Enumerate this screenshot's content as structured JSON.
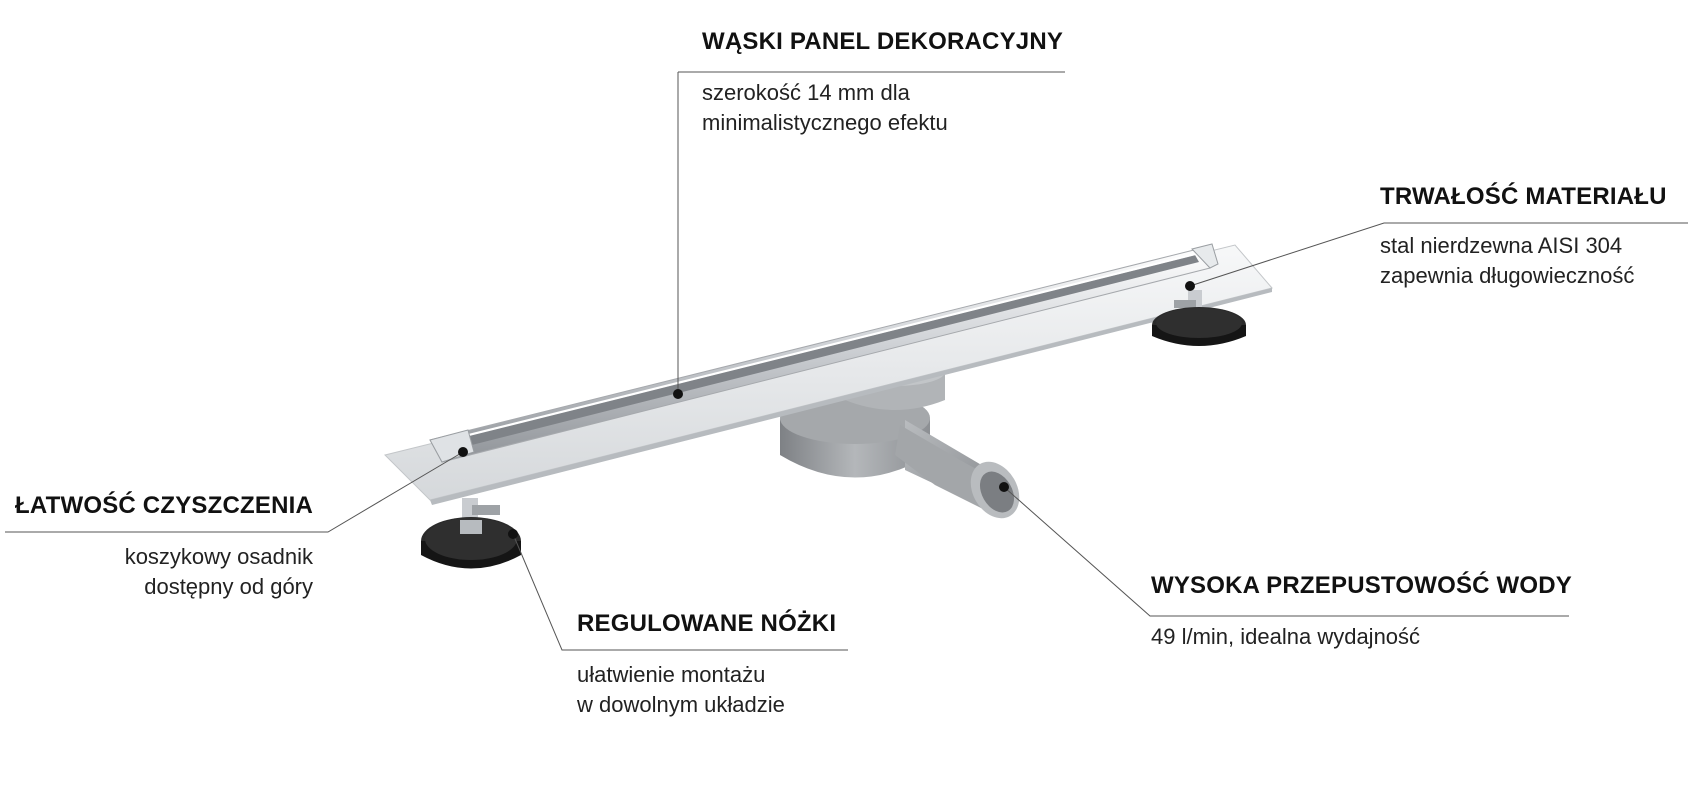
{
  "callouts": {
    "panel": {
      "title": "WĄSKI PANEL DEKORACYJNY",
      "desc_line1": "szerokość 14 mm dla",
      "desc_line2": "minimalistycznego efektu"
    },
    "material": {
      "title": "TRWAŁOŚĆ MATERIAŁU",
      "desc_line1": "stal nierdzewna AISI 304",
      "desc_line2": "zapewnia długowieczność"
    },
    "cleaning": {
      "title": "ŁATWOŚĆ CZYSZCZENIA",
      "desc_line1": "koszykowy osadnik",
      "desc_line2": "dostępny od góry"
    },
    "feet": {
      "title": "REGULOWANE NÓŻKI",
      "desc_line1": "ułatwienie montażu",
      "desc_line2": "w dowolnym układzie"
    },
    "flow": {
      "title": "WYSOKA PRZEPUSTOWOŚĆ WODY",
      "desc_line1": "49 l/min, idealna wydajność"
    }
  },
  "colors": {
    "text": "#111111",
    "leader_line": "#555555",
    "steel_light": "#f1f2f3",
    "steel_mid": "#c9ccd0",
    "steel_dark": "#8d9196",
    "siphon_grey": "#9fa2a6",
    "foot_black": "#1e1e1e"
  }
}
